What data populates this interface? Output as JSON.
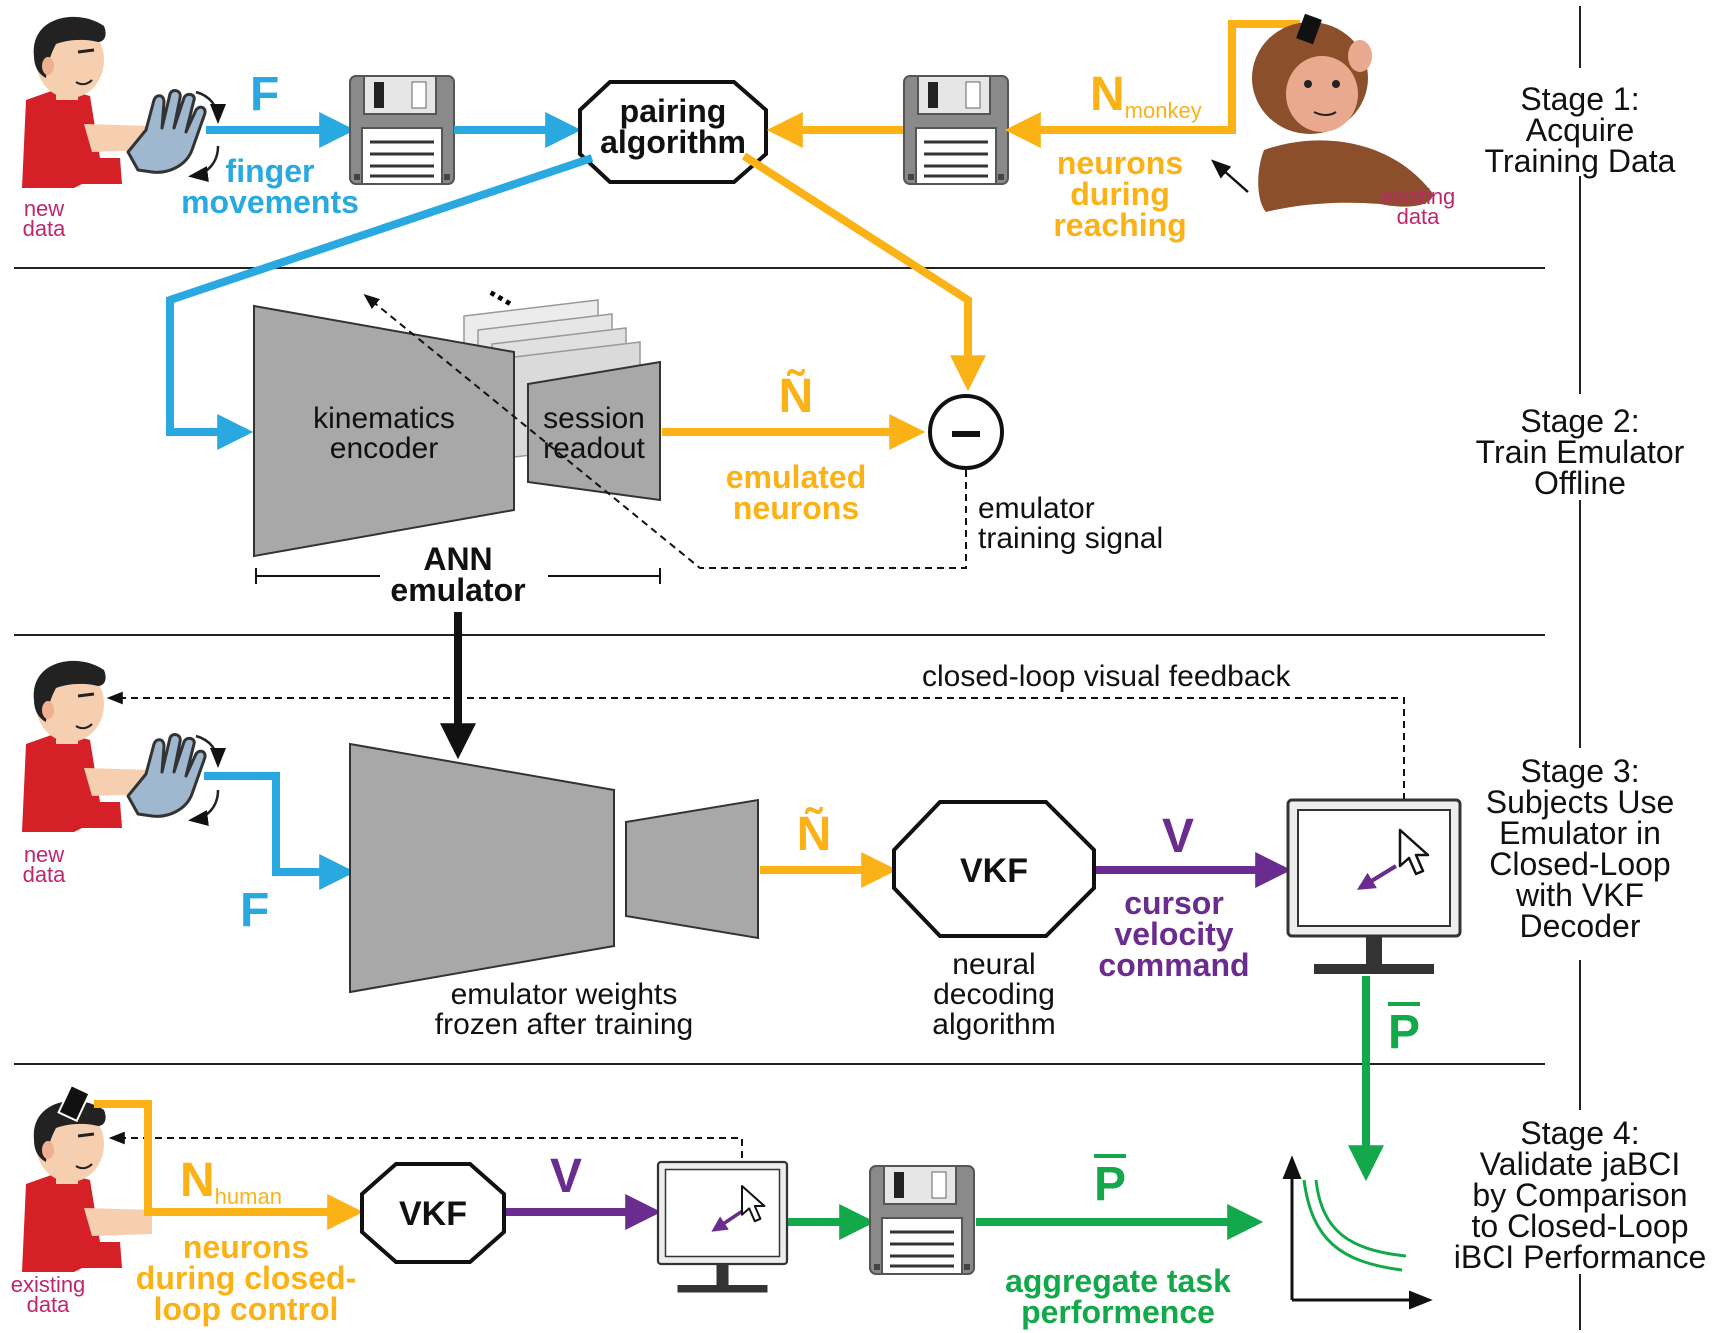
{
  "colors": {
    "blue": "#29a9e0",
    "gold": "#fbb216",
    "purple": "#6a2c8f",
    "green": "#13a84a",
    "gray": "#a8a8a8",
    "skin": "#f5cfb0",
    "shirt": "#d52027",
    "label_magenta": "#c0266c"
  },
  "stages": {
    "s1": [
      "Stage 1:",
      "Acquire",
      "Training Data"
    ],
    "s2": [
      "Stage 2:",
      "Train Emulator",
      "Offline"
    ],
    "s3": [
      "Stage 3:",
      "Subjects Use",
      "Emulator in",
      "Closed-Loop",
      "with VKF",
      "Decoder"
    ],
    "s4": [
      "Stage 4:",
      "Validate jaBCI",
      "by Comparison",
      "to Closed-Loop",
      "iBCI Performance"
    ]
  },
  "stage1": {
    "new_data": [
      "new",
      "data"
    ],
    "F": "F",
    "finger_movements": [
      "finger",
      "movements"
    ],
    "pairing_algorithm": [
      "pairing",
      "algorithm"
    ],
    "N": "N",
    "N_sub": "monkey",
    "neurons_during_reaching": [
      "neurons",
      "during",
      "reaching"
    ],
    "existing_data": [
      "existing",
      "data"
    ]
  },
  "stage2": {
    "kinematics_encoder": [
      "kinematics",
      "encoder"
    ],
    "session_readout": [
      "session",
      "readout"
    ],
    "dots": "...",
    "N_tilde": "Ñ",
    "emulated_neurons": [
      "emulated",
      "neurons"
    ],
    "minus": "−",
    "training_signal": [
      "emulator",
      "training signal"
    ],
    "ann_emulator": [
      "ANN",
      "emulator"
    ]
  },
  "stage3": {
    "closed_loop_feedback": "closed-loop visual feedback",
    "new_data": [
      "new",
      "data"
    ],
    "F": "F",
    "N_tilde": "Ñ",
    "vkf": "VKF",
    "V": "V",
    "cursor_velocity_command": [
      "cursor",
      "velocity",
      "command"
    ],
    "neural_decoding_algorithm": [
      "neural",
      "decoding",
      "algorithm"
    ],
    "emulator_weights": [
      "emulator weights",
      "frozen after training"
    ],
    "P_bar": "P"
  },
  "stage4": {
    "existing_data": [
      "existing",
      "data"
    ],
    "N": "N",
    "N_sub": "human",
    "neurons_closed_loop": [
      "neurons",
      "during closed-",
      "loop control"
    ],
    "vkf": "VKF",
    "V": "V",
    "P_bar": "P",
    "aggregate_task_performance": [
      "aggregate task",
      "performence"
    ]
  }
}
